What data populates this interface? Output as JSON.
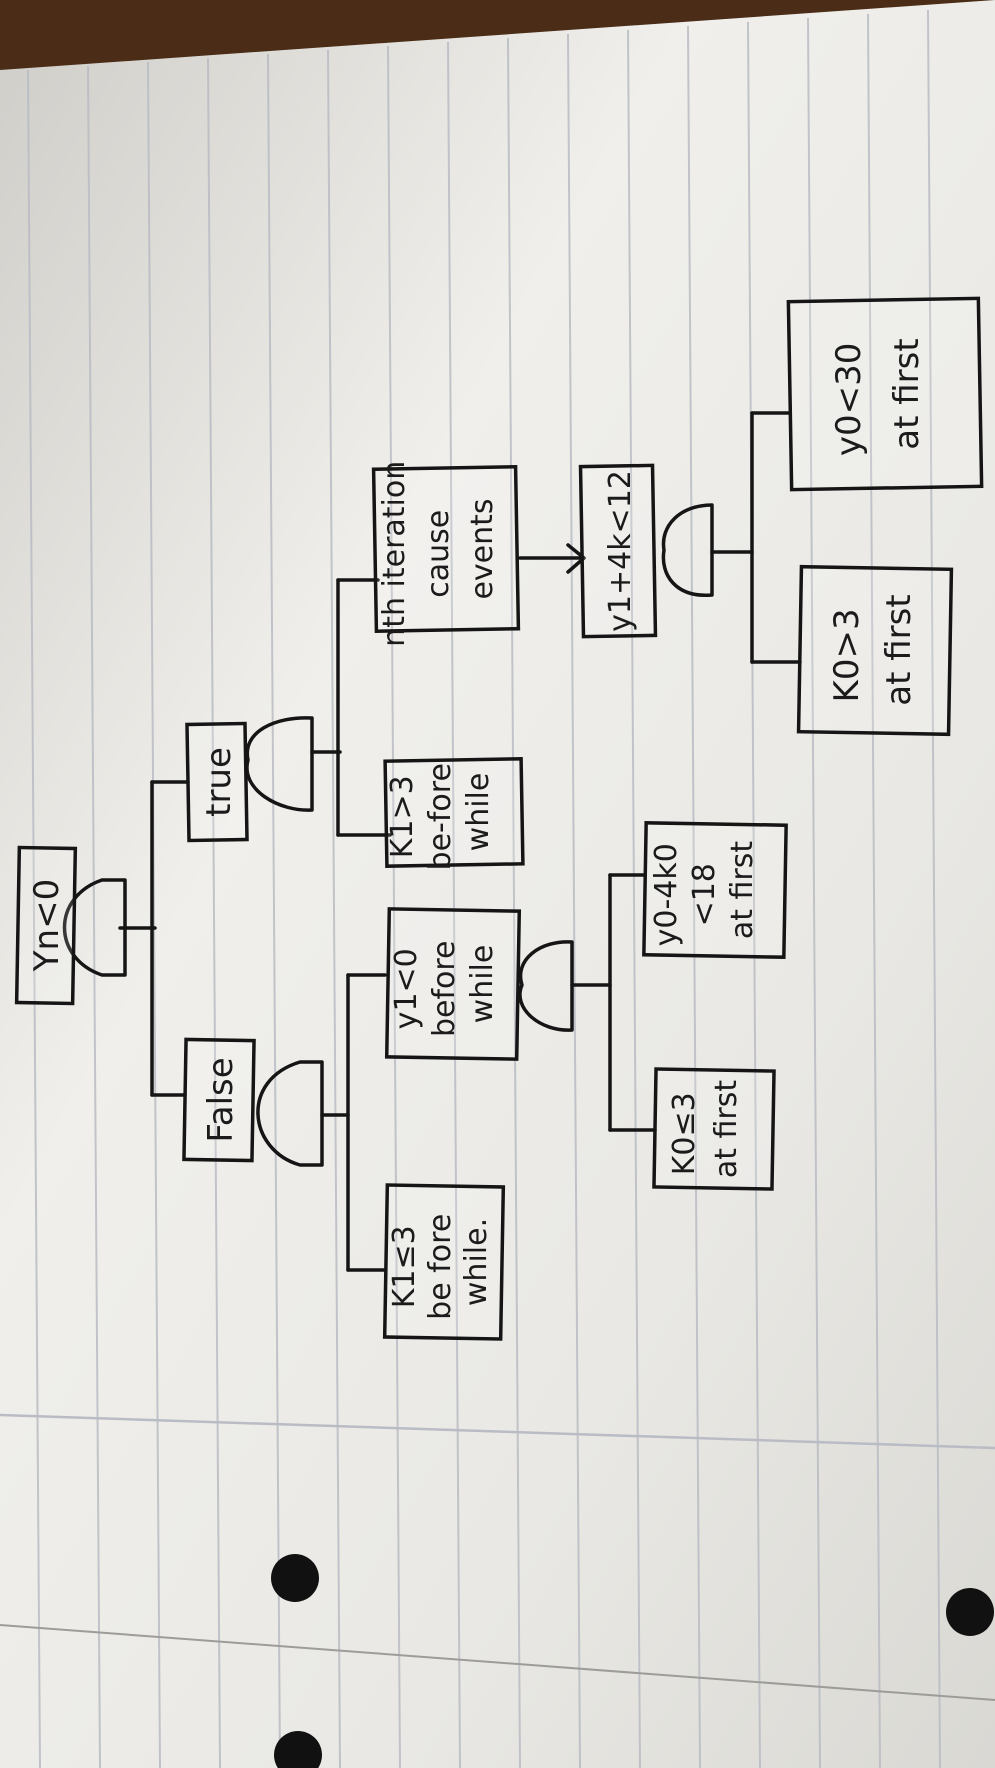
{
  "diagram": {
    "nodes": {
      "top_event": [
        "Yn<0"
      ],
      "true": [
        "true"
      ],
      "false": [
        "False"
      ],
      "k1_gt3": [
        "K1>3",
        "be-fore",
        "while"
      ],
      "nth_iter": [
        "nth iteration",
        "cause",
        "events"
      ],
      "y1_lt0": [
        "y1<0",
        "before",
        "while"
      ],
      "k1_le3": [
        "K1≤3",
        "be fore",
        "while."
      ],
      "y1_4k": [
        "y1+4k<12"
      ],
      "y0_4k0": [
        "y0-4k0",
        "<18",
        "at first"
      ],
      "k0_le3": [
        "K0≤3",
        "at first"
      ],
      "k0_gt3": [
        "K0>3",
        "at first"
      ],
      "y0_lt30": [
        "y0<30",
        "at first"
      ]
    },
    "gates": [
      "top-gate",
      "true-gate",
      "false-gate",
      "y1-gate",
      "y1-4k-gate"
    ]
  }
}
